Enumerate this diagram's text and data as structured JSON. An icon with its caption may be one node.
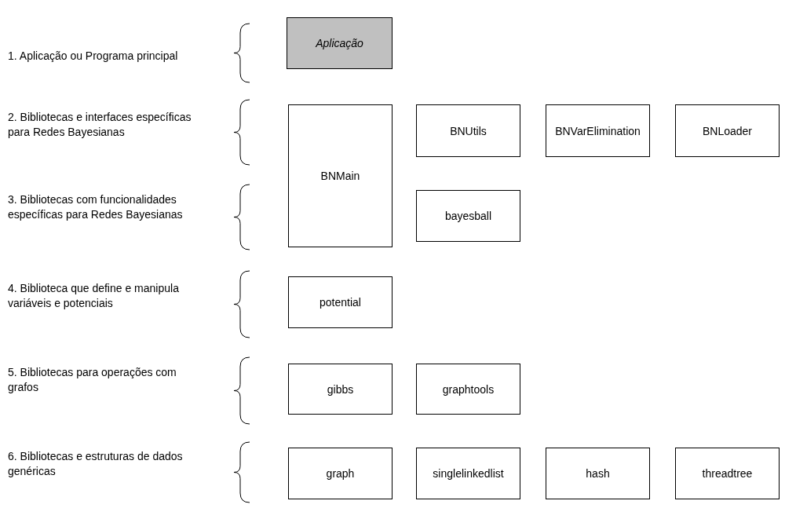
{
  "diagram": {
    "nodes": [
      {
        "text": [
          "Aplicação"
        ]
      },
      {
        "text": [
          "BNMain"
        ]
      },
      {
        "text": [
          "BNUtils"
        ]
      },
      {
        "text": [
          "BNVarElimination"
        ]
      },
      {
        "text": [
          "BNLoader"
        ]
      },
      {
        "text": [
          "bayesball"
        ]
      },
      {
        "text": [
          "potential"
        ]
      },
      {
        "text": [
          "gibbs"
        ]
      },
      {
        "text": [
          "graphtools"
        ]
      },
      {
        "text": [
          "graph"
        ]
      },
      {
        "text": [
          "singlelinkedlist"
        ]
      },
      {
        "text": [
          "hash"
        ]
      },
      {
        "text": [
          "threadtree"
        ]
      }
    ],
    "edges": [],
    "labels": [
      "1. Aplicação ou Programa principal",
      "2. Bibliotecas e interfaces específicas para Redes Bayesianas",
      "3. Bibliotecas com funcionalidades específicas para Redes Bayesianas",
      "4. Biblioteca que define e manipula variáveis e potenciais",
      "5. Bibliotecas para operações com grafos",
      "6. Bibliotecas e estruturas de dados genéricas"
    ]
  }
}
